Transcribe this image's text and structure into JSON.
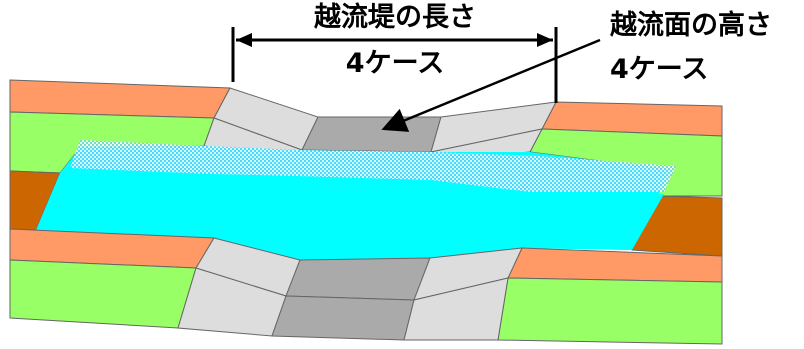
{
  "labels": {
    "crest_length_title": "越流堤の長さ",
    "crest_length_cases": "4ケース",
    "crest_height_title": "越流面の高さ",
    "crest_height_cases": "4ケース"
  },
  "colors": {
    "background": "#ffffff",
    "salmon": "#ff9966",
    "green": "#99ff66",
    "brown": "#cc6600",
    "light_gray": "#dddddd",
    "mid_gray": "#aaaaaa",
    "water": "#00ffff",
    "spill_mesh": "#80e0ff",
    "outline": "#666666",
    "arrow": "#000000"
  }
}
